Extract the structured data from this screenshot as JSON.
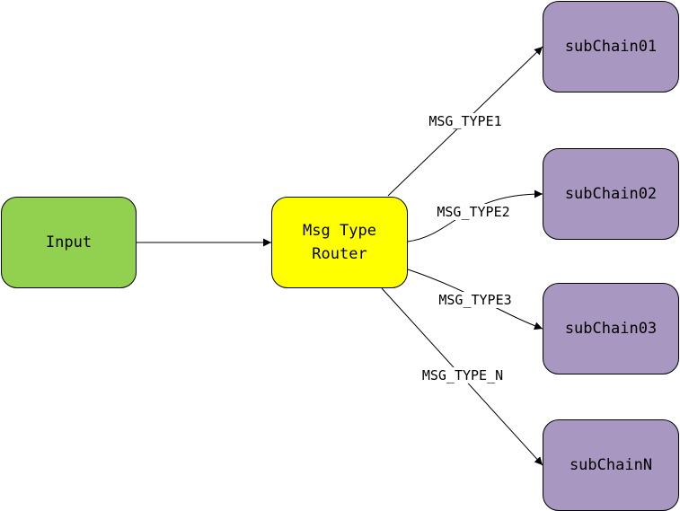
{
  "diagram": {
    "nodes": {
      "input": {
        "label": "Input",
        "color": "#92d050"
      },
      "router": {
        "label": "Msg Type\nRouter",
        "color": "#ffff00"
      },
      "sub01": {
        "label": "subChain01",
        "color": "#a897c0"
      },
      "sub02": {
        "label": "subChain02",
        "color": "#a897c0"
      },
      "sub03": {
        "label": "subChain03",
        "color": "#a897c0"
      },
      "subN": {
        "label": "subChainN",
        "color": "#a897c0"
      }
    },
    "edges": [
      {
        "from": "input",
        "to": "router",
        "label": ""
      },
      {
        "from": "router",
        "to": "sub01",
        "label": "MSG_TYPE1"
      },
      {
        "from": "router",
        "to": "sub02",
        "label": "MSG_TYPE2"
      },
      {
        "from": "router",
        "to": "sub03",
        "label": "MSG_TYPE3"
      },
      {
        "from": "router",
        "to": "subN",
        "label": "MSG_TYPE_N"
      }
    ]
  }
}
